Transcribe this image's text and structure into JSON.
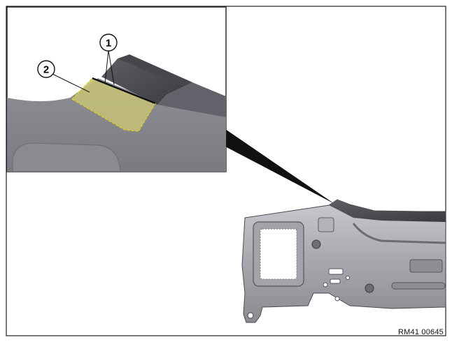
{
  "callouts": [
    {
      "label": "1"
    },
    {
      "label": "2"
    }
  ],
  "reference_code": "RM41 00645",
  "colors": {
    "frame": "#222222",
    "part_gray": "#9a9ba0",
    "highlight_fill": "#c2bf78",
    "highlight_outline": "#e0cf1e"
  }
}
